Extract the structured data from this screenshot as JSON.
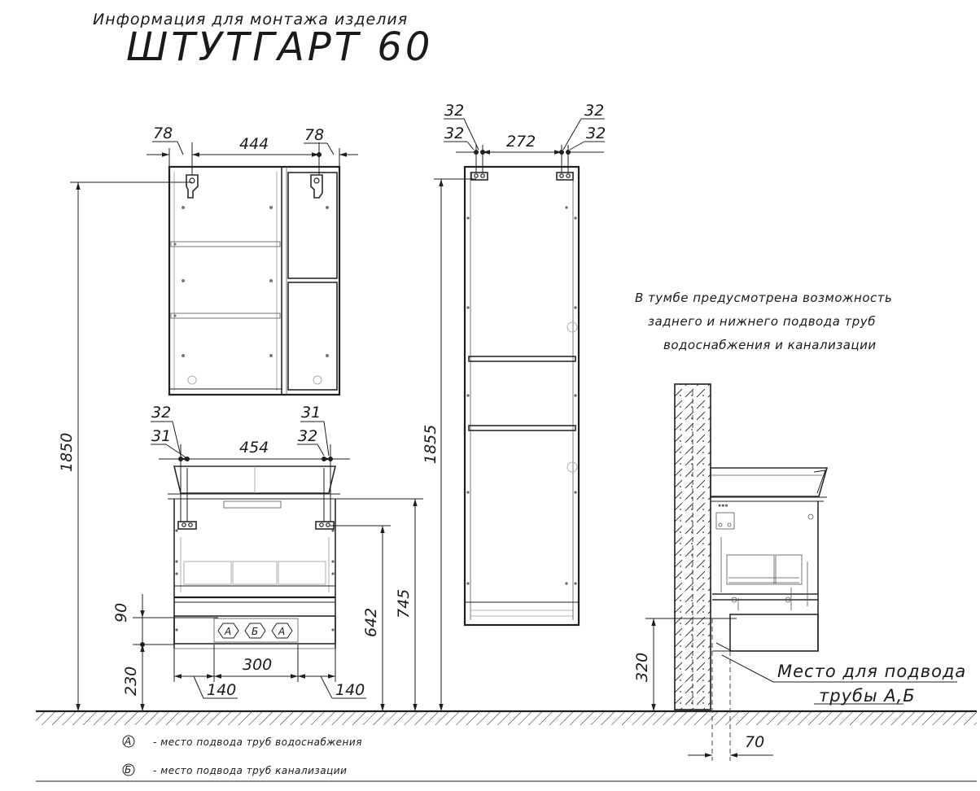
{
  "header": {
    "subtitle": "Информация для монтажа изделия",
    "title": "ШТУТГАРТ 60"
  },
  "wall_cabinet": {
    "dims": {
      "left_offset": "78",
      "width": "444",
      "right_offset": "78",
      "height": "1850"
    }
  },
  "vanity": {
    "dims": {
      "top_left_a": "32",
      "top_left_b": "31",
      "width": "454",
      "top_right_a": "31",
      "top_right_b": "32",
      "inlet_pitch": "90",
      "inlet_height": "230",
      "inlet_span": "300",
      "left_inlet": "140",
      "right_inlet": "140",
      "bracket_height": "642",
      "total_height": "745"
    },
    "markers": [
      "А",
      "Б",
      "А"
    ]
  },
  "tall_cabinet": {
    "dims": {
      "left_top": "32",
      "left_bottom": "32",
      "width": "272",
      "right_top": "32",
      "right_bottom": "32",
      "height": "1855"
    }
  },
  "side_view": {
    "note_lines": [
      "В тумбе предусмотрена возможность",
      "заднего и нижнего подвода труб",
      "водоснабжения и канализации"
    ],
    "dims": {
      "height": "320",
      "depth": "70"
    },
    "callout_lines": [
      "Место для подвода",
      "трубы А,Б"
    ]
  },
  "legend": [
    {
      "symbol": "А",
      "text": "- место подвода труб водоснабжения"
    },
    {
      "symbol": "Б",
      "text": "- место подвода труб канализации"
    }
  ]
}
